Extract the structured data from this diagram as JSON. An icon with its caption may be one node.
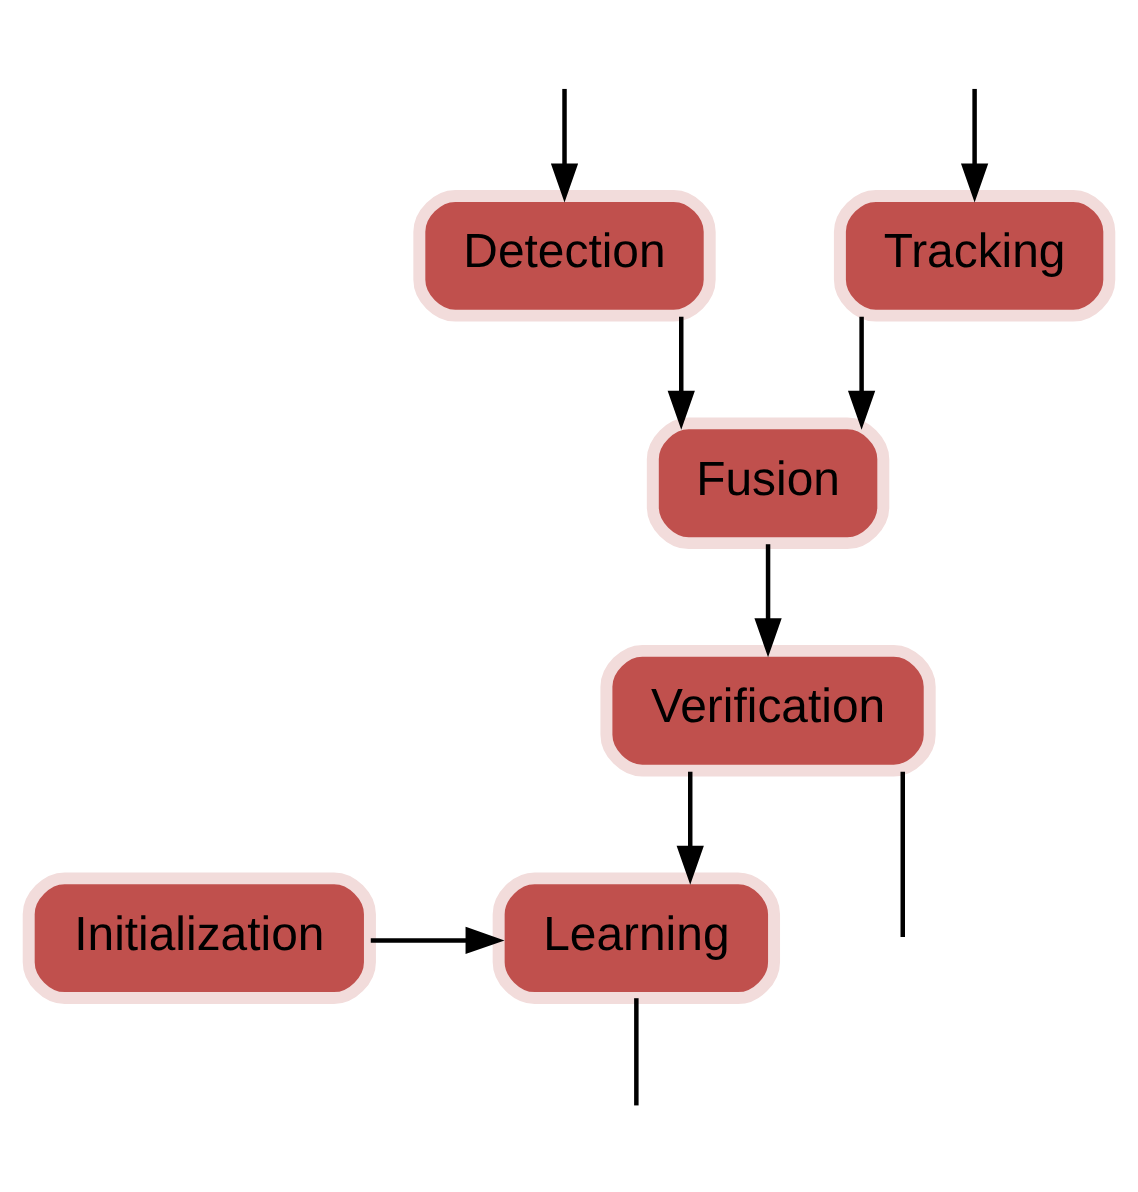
{
  "diagram": {
    "nodes": [
      {
        "text": [
          "Tracking"
        ]
      },
      {
        "text": [
          "Detection"
        ]
      },
      {
        "text": [
          "Fusion"
        ]
      },
      {
        "text": [
          "Verification"
        ]
      },
      {
        "text": [
          "Initialization"
        ]
      },
      {
        "text": [
          "Learning"
        ]
      }
    ],
    "edges": [
      {
        "from": null,
        "to": 0,
        "arrow": "to"
      },
      {
        "from": null,
        "to": 1,
        "arrow": "to"
      },
      {
        "from": 0,
        "to": 2,
        "arrow": "to"
      },
      {
        "from": 1,
        "to": 2,
        "arrow": "to"
      },
      {
        "from": 2,
        "to": 3,
        "arrow": "to"
      },
      {
        "from": 3,
        "to": 5,
        "arrow": "to"
      },
      {
        "from": 4,
        "to": 5,
        "arrow": "to"
      },
      {
        "from": 3,
        "to": null,
        "arrow": "none"
      },
      {
        "from": 5,
        "to": null,
        "arrow": "none"
      }
    ]
  }
}
